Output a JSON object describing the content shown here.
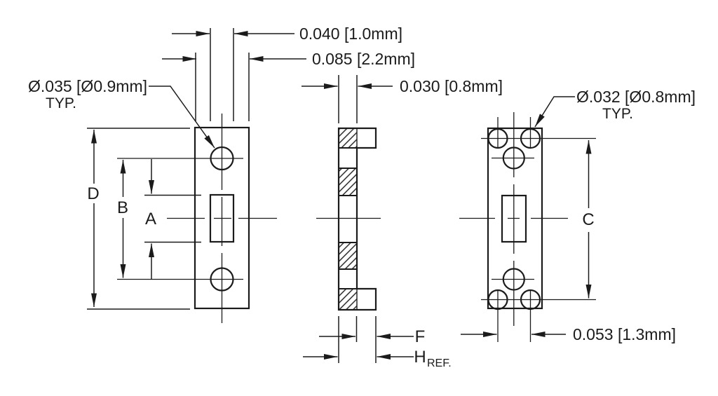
{
  "drawing": {
    "type": "mechanical-part-three-view-drawing",
    "colors": {
      "ink": "#1b1b1b",
      "background": "#ffffff"
    },
    "labels": {
      "slot_width": "0.040 [1.0mm]",
      "body_width": "0.085 [2.2mm]",
      "front_hole_dia": "Ø.035 [Ø0.9mm]",
      "front_hole_typ": "TYP.",
      "thickness": "0.030 [0.8mm]",
      "back_hole_dia": "Ø.032 [Ø0.8mm]",
      "back_hole_typ": "TYP.",
      "back_pitch": "0.053 [1.3mm]",
      "dim_a": "A",
      "dim_b": "B",
      "dim_c": "C",
      "dim_d": "D",
      "dim_f": "F",
      "dim_h": "H",
      "dim_h_suffix": "REF."
    }
  }
}
